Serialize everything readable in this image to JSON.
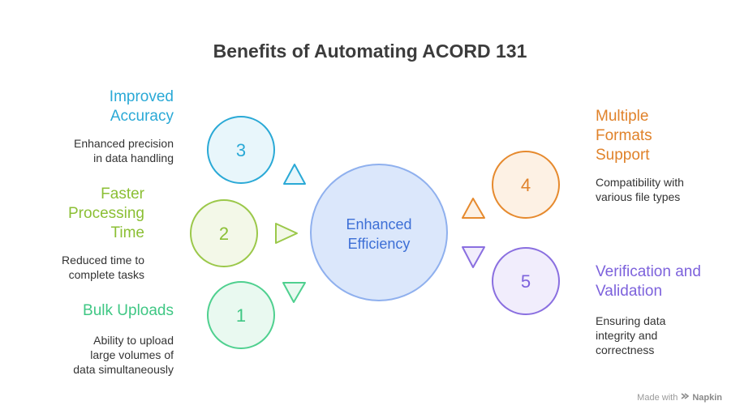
{
  "title": "Benefits of Automating ACORD 131",
  "center": {
    "label": "Enhanced\nEfficiency",
    "fill": "#dbe7fb",
    "stroke": "#8fb0ee",
    "text_color": "#3d6fd6"
  },
  "items": [
    {
      "number": "3",
      "title": "Improved\nAccuracy",
      "desc": "Enhanced precision\nin data handling",
      "stroke": "#2aa9d6",
      "fill": "#e8f6fb",
      "text_color": "#2aa9d6"
    },
    {
      "number": "2",
      "title": "Faster\nProcessing\nTime",
      "desc": "Reduced time to\ncomplete tasks",
      "stroke": "#9bc84a",
      "fill": "#f3f8e8",
      "text_color": "#8bbf34"
    },
    {
      "number": "1",
      "title": "Bulk Uploads",
      "desc": "Ability to upload\nlarge volumes of\ndata simultaneously",
      "stroke": "#4fd08f",
      "fill": "#e9f9f0",
      "text_color": "#3fc784"
    },
    {
      "number": "4",
      "title": "Multiple\nFormats\nSupport",
      "desc": "Compatibility with\nvarious file types",
      "stroke": "#e68a2e",
      "fill": "#fdf1e4",
      "text_color": "#e0822a"
    },
    {
      "number": "5",
      "title": "Verification and\nValidation",
      "desc": "Ensuring data\nintegrity and\ncorrectness",
      "stroke": "#8a6fe0",
      "fill": "#f1edfc",
      "text_color": "#7d62dc"
    }
  ],
  "footer": {
    "made_with": "Made with",
    "brand": "Napkin"
  }
}
